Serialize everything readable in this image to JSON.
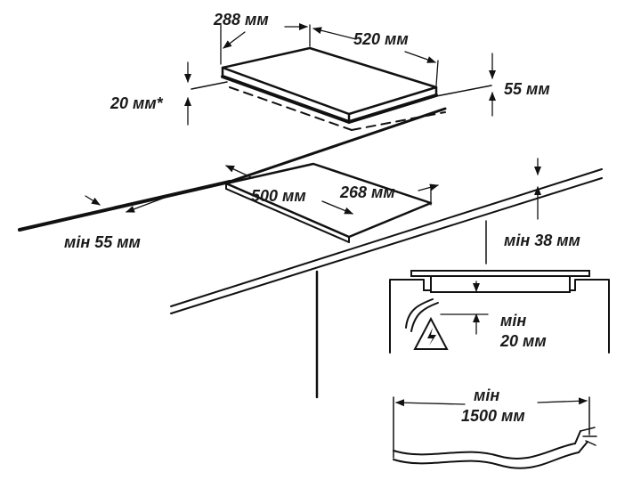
{
  "hob": {
    "depth": "288 мм",
    "width": "520 мм",
    "height": "55 мм",
    "clearance_asterisk": "20 мм*"
  },
  "cutout": {
    "width": "500 мм",
    "depth": "268 мм",
    "min_front": "мін 55 мм",
    "min_worktop": "мін 38 мм"
  },
  "detail_under": {
    "min_word": "мін",
    "value": "20 мм"
  },
  "cable": {
    "min_word": "мін",
    "value": "1500 мм"
  },
  "colors": {
    "line": "#111111",
    "background": "#ffffff"
  },
  "icons": [
    "electrical-hazard-icon",
    "plug-icon"
  ]
}
